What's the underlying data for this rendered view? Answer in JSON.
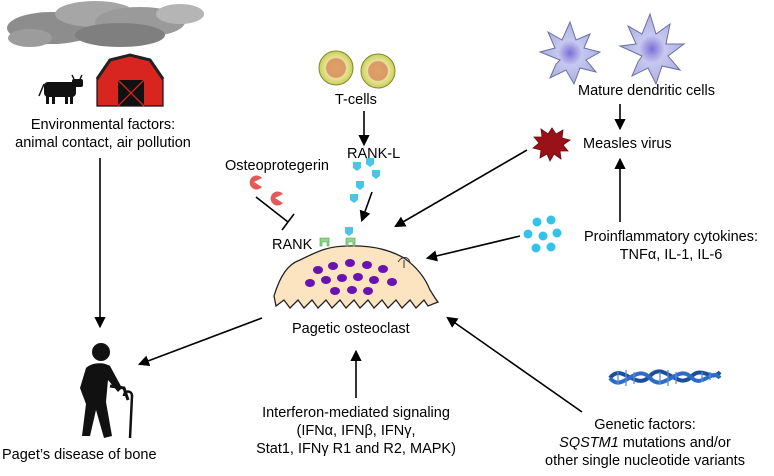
{
  "environment": {
    "line1": "Environmental factors:",
    "line2": "animal contact, air pollution"
  },
  "tcells": {
    "label": "T-cells"
  },
  "rankl": {
    "label": "RANK-L"
  },
  "opg": {
    "label": "Osteoprotegerin"
  },
  "rank": {
    "label": "RANK"
  },
  "dendritic": {
    "label": "Mature dendritic cells"
  },
  "measles": {
    "label": "Measles virus"
  },
  "cytokines": {
    "line1": "Proinflammatory cytokines:",
    "line2": "TNFα, IL-1, IL-6"
  },
  "osteoclast": {
    "label": "Pagetic osteoclast"
  },
  "paget": {
    "label": "Paget’s disease of bone"
  },
  "interferon": {
    "line1": "Interferon-mediated signaling",
    "line2": "(IFNα, IFNβ, IFNγ,",
    "line3": "Stat1, IFNγ R1 and R2, MAPK)"
  },
  "genetic": {
    "line1": "Genetic factors:",
    "line2_italic": "SQSTM1",
    "line2_rest": " mutations and/or",
    "line3": "other single nucleotide variants"
  },
  "colors": {
    "osteoclast_fill": "#fde4c1",
    "nuclei": "#6a13b3",
    "receptor": "#48c6e6",
    "receptor_green": "#8fd78a",
    "opg": "#e45a5a",
    "virus": "#9b1118",
    "cytokine": "#33c3e8",
    "dna": "#1b4f9c",
    "barn": "#d9251f",
    "dendritic": "#b9bfe8"
  }
}
